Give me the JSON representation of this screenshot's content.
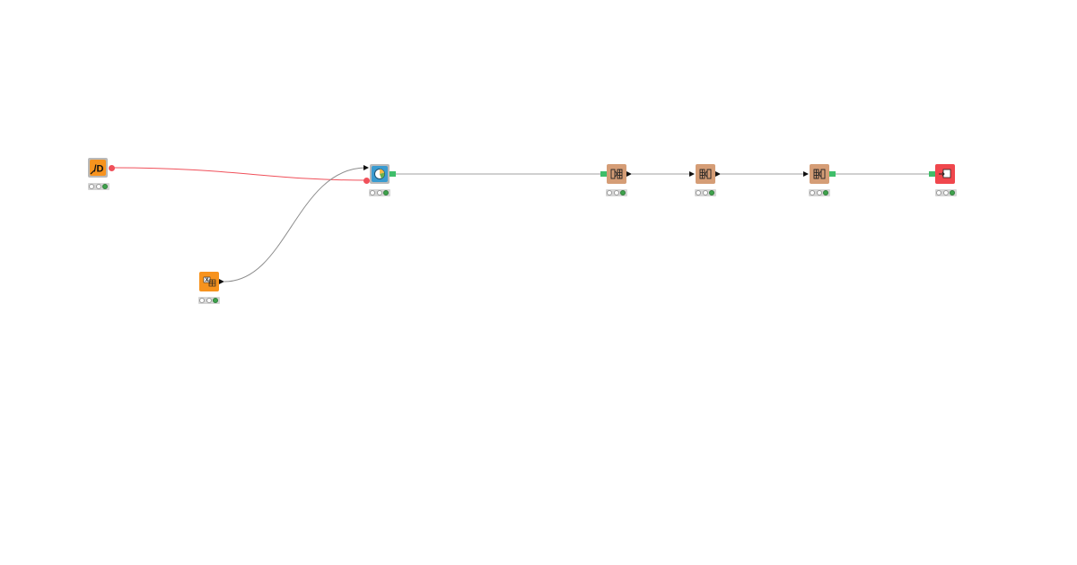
{
  "workflow": {
    "nodes": [
      {
        "id": "n1",
        "name": "flow-variable-source-node",
        "kind": "variable-source",
        "color": "#f7931e",
        "icon": "flow-variable-icon"
      },
      {
        "id": "n2",
        "name": "excel-reader-node",
        "kind": "source",
        "color": "#f7931e",
        "icon": "excel-reader-icon"
      },
      {
        "id": "n3",
        "name": "view-node",
        "kind": "visualizer",
        "color": "#3a9bd0",
        "icon": "view-icon"
      },
      {
        "id": "n4",
        "name": "column-manipulation-node-1",
        "kind": "manipulator",
        "color": "#d59d76",
        "icon": "column-filter-icon"
      },
      {
        "id": "n5",
        "name": "column-manipulation-node-2",
        "kind": "manipulator",
        "color": "#d59d76",
        "icon": "column-filter-icon"
      },
      {
        "id": "n6",
        "name": "column-manipulation-node-3",
        "kind": "manipulator",
        "color": "#d59d76",
        "icon": "column-filter-icon"
      },
      {
        "id": "n7",
        "name": "table-writer-node",
        "kind": "sink",
        "color": "#f0474d",
        "icon": "table-writer-icon"
      }
    ],
    "status_colors": {
      "idle": "#ffffff",
      "executed": "#3fa34d"
    },
    "connections": [
      {
        "from": "n1",
        "to": "n3",
        "type": "flow-variable",
        "color": "#f0505a"
      },
      {
        "from": "n2",
        "to": "n3",
        "type": "data",
        "color": "#8c8c8c"
      },
      {
        "from": "n3",
        "to": "n4",
        "type": "data",
        "color": "#8c8c8c"
      },
      {
        "from": "n4",
        "to": "n5",
        "type": "data",
        "color": "#8c8c8c"
      },
      {
        "from": "n5",
        "to": "n6",
        "type": "data",
        "color": "#8c8c8c"
      },
      {
        "from": "n6",
        "to": "n7",
        "type": "data",
        "color": "#8c8c8c"
      }
    ]
  }
}
